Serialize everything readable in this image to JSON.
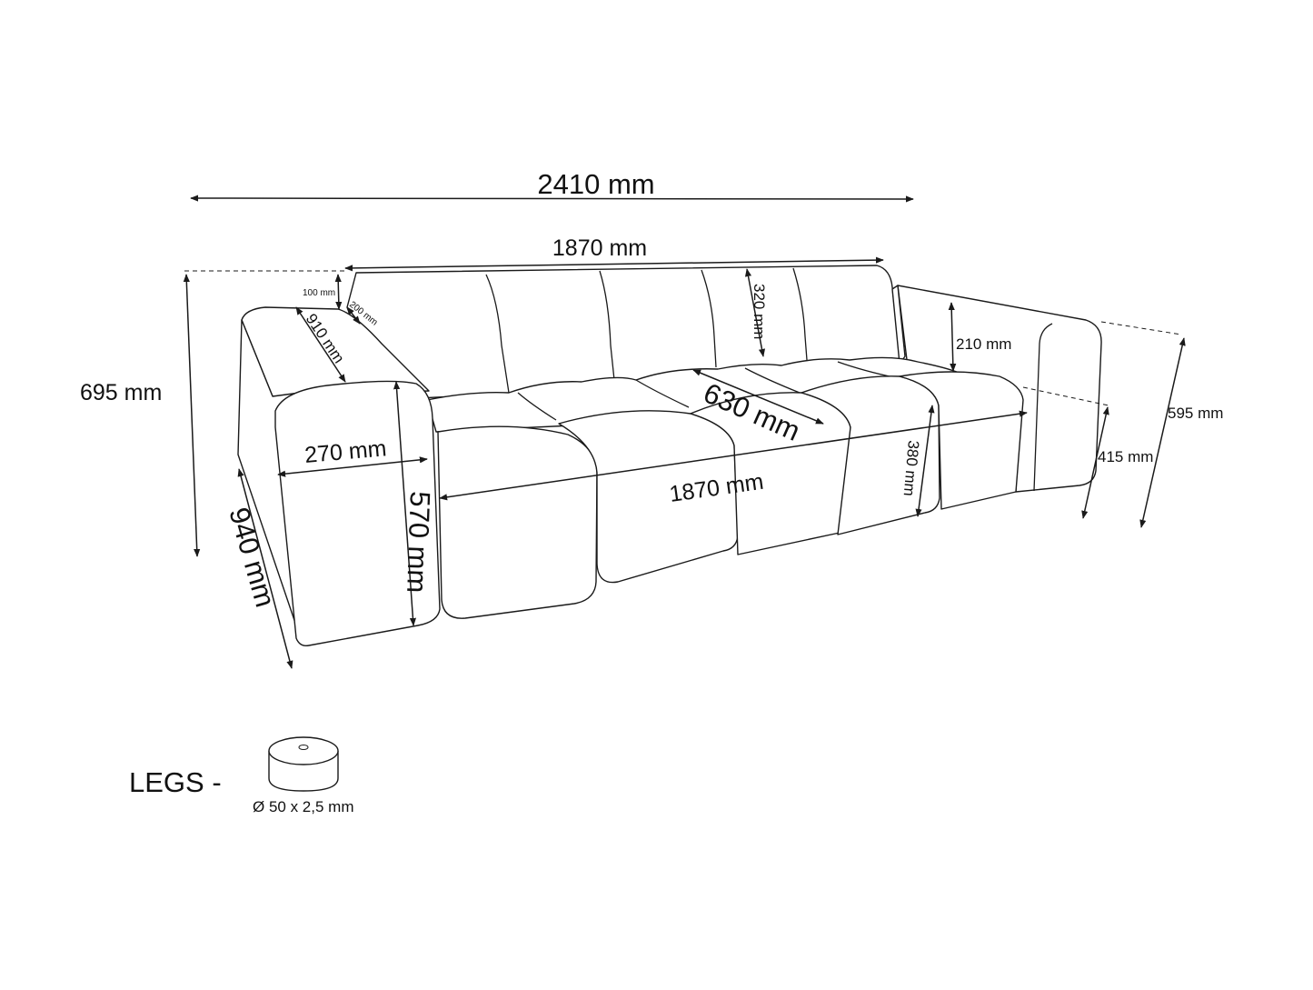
{
  "dimensions": {
    "overall_width": "2410 mm",
    "back_width": "1870 mm",
    "overall_height": "695 mm",
    "back_top_100": "100 mm",
    "back_thickness": "200 mm",
    "armrest_length": "910 mm",
    "back_cushion_height": "320 mm",
    "armrest_above_seat": "210 mm",
    "right_height": "595 mm",
    "seat_depth": "630 mm",
    "armrest_width": "270 mm",
    "seat_width": "1870 mm",
    "seat_cushion_height": "380 mm",
    "seat_height": "415 mm",
    "armrest_height": "570 mm",
    "depth": "940 mm"
  },
  "legs": {
    "label": "LEGS -",
    "spec": "Ø 50 x 2,5 mm"
  },
  "colors": {
    "line": "#1a1a1a",
    "background": "#ffffff"
  }
}
